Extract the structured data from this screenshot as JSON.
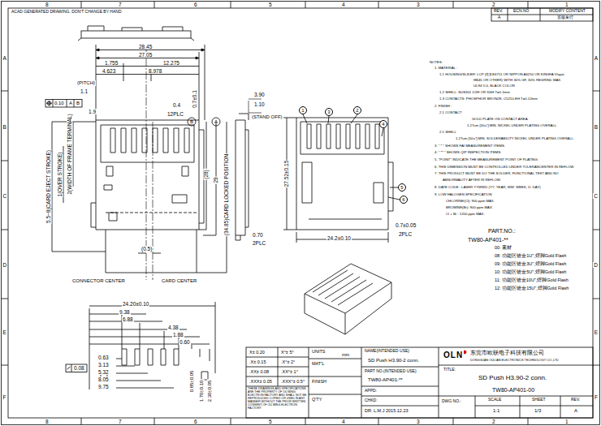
{
  "diagram": {
    "nodes": [
      {
        "text": [
          "1"
        ]
      },
      {
        "text": [
          "3"
        ]
      },
      {
        "text": [
          "2"
        ]
      },
      {
        "text": [
          "4"
        ]
      },
      {
        "text": [
          "5"
        ]
      },
      {
        "text": [
          "6"
        ]
      }
    ],
    "labels": [
      "ACAD GENERATED DRAWING. DON'T CHANGE BY HAND",
      "8",
      "7",
      "6",
      "5",
      "4",
      "3",
      "2",
      "1",
      "8",
      "7",
      "6",
      "5",
      "4",
      "3",
      "2",
      "1",
      "A",
      "B",
      "C",
      "D",
      "E",
      "F",
      "A",
      "B",
      "C",
      "D",
      "E",
      "F",
      "REV.",
      "ECN.NO",
      "MODIFY CONTENT",
      "A",
      "首版发行",
      "28.45",
      "27.05",
      "1.755",
      "12.275",
      "4.623",
      "8.978",
      "(PITCH)",
      "1.1",
      "0.10",
      "A",
      "B",
      "1.9",
      "0.4",
      "12PLC",
      "0.7±0.1",
      "B",
      "5.5~8(CARD EJECT STROKE)",
      "1(OVER STROKE)",
      "2(WIDTH OF FRAME TERMINAL)",
      "(28)",
      "29",
      "(34.85)CARD LOCKED POSITION",
      "(0.5)",
      "CONNECTOR CENTER",
      "CARD CENTER",
      "3.90",
      "1.10",
      "(STAND OFF)",
      "A",
      "0.70",
      "2PLC",
      "27.52±0.15",
      "24.2±0.10",
      "0.7±0.05",
      "2PLC",
      "NOTES :",
      "1. MATERIAL :",
      "1.1 HOUSING/SLIDER: LCP (住友E4711 OR NIPPON A6250 OR KINGFA Vlayat",
      "HB45 OR OTHER) WITH 30% GF, 30% REGRIND MAX.",
      "UL94 V-0, BLACK COLOR.",
      "1.2 SHELL: SUS301 1/2H OR 3/4H T=0.1mm",
      "1.3 CONTACTS: PHOSPHOR BRONZE, C5210-EH T=0.12mm",
      "2. FINISH :",
      "2.1 CONTACT",
      "GOLD PLATE ON CONTACT AREA.",
      "1.27um [50u\"] MIN. NICKEL UNDER PLATING OVERALL.",
      "2.1 SHELL",
      "1.27um [50u\"] MIN. SOLDERABILITY NICKEL UNDER PLATING OVERALL.",
      "3. \" * \" SHOWS FAI MEASUREMENT ITEMS.",
      "4. \" ** \" SHOWS QIP INSPECTION ITEMS.",
      "5. \"POINT\" INDICATE THE MEASUREMENT POINT OF PLATING.",
      "6. THIS DIMENSION MUST BE CONTROLLED UNDER TOLERANCENTER IN REFLOW.",
      "7. THIS PRODUCT MUST BE DO THE SOLDER, FUNCTIONAL TEST AND NO",
      "ABNORMALITY AFTER IR REFLOW.",
      "8. DATE CODE : LASER YYWWD (YY: YEAR, WW: WEEK, D: DAY)",
      "9. LOW HALOGEN SPECIFICATION",
      "CHLORINE(Cl): 900 ppm MAX.",
      "BROMINE(Br): 900 ppm MAX.",
      "Cl + Br : 1200 ppm MAX.",
      "PART.NO.:",
      "TW80-AP401-**",
      "00: 素材",
      "08: 功能区镀金1U\",焊脚Gold Flash",
      "09: 功能区镀金3U\",焊脚Gold Flash",
      "10: 功能区镀金5U\",焊脚Gold Flash",
      "11: 功能区镀金10U\",焊脚Gold Flash",
      "12: 功能区镀金15U\",焊脚Gold Flash",
      "24.20±0.10",
      "9.38",
      "6.88",
      "4.38",
      "1.88",
      "0.60",
      "0.08",
      "0.63",
      "3.13",
      "5.32",
      "8.05",
      "9.75",
      "0.85±0.05",
      "1.70±0.10",
      "2.30±0.05",
      "X± 0.20",
      "X°± 5°",
      ".X± 0.15",
      ".X°± 2°",
      ".XX± 0.08",
      ".XX°± 1°",
      ".XXX± 0.05",
      ".XXX°± 0.5°",
      "THESE DRAWINGS AND SPECIFICATIONS ARE THE PROPERTY OF OU MING ELECTRON FACTORY AND SHALL NOT BE REPRODUCED COPIED OR USED IN ANY MANNER WITHOUT THE PRIOR WRITTEN CONSENT OF OU MING ELECTRON FACTORY",
      "UNITS",
      "mm",
      "MAT'L",
      "FINISH",
      "Q'TY",
      "NAME(INTENDED USE)",
      "SD Push H3.90-2 conn.",
      "PART NO.(INTENDED USE)",
      "TW80-AP401-**",
      "APPD:",
      "CHKD:",
      "DR: L.M.J 2015.12.23",
      "OLN",
      "东莞市欧联电子科技有限公司",
      "DONGGUAN OULIAN ELECTRONICS TECHNOLOGY CO.,LTD",
      "TITLE:",
      "SD Push H3.90-2 conn.",
      "DWG NO.:",
      "TW80-AP401-00",
      "SCALE",
      "SHEET",
      "REV.",
      "1:1",
      "1/3",
      "A"
    ]
  }
}
